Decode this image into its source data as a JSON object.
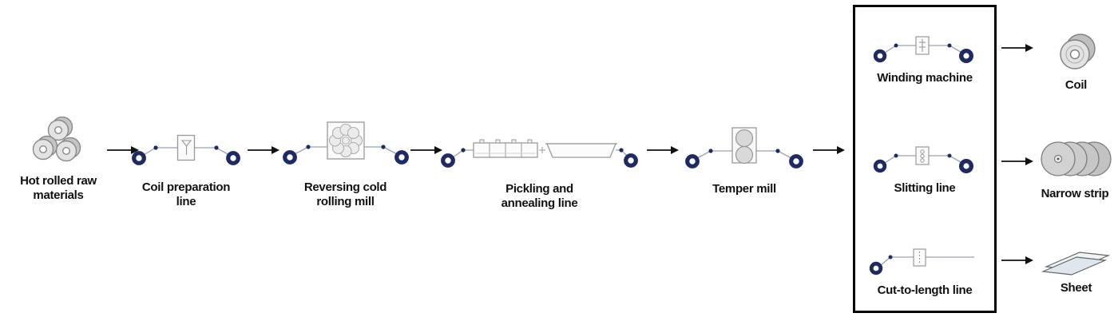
{
  "colors": {
    "coil_accent": "#1d2a64",
    "machine_gray": "#999999",
    "outline_black": "#111111"
  },
  "stages": [
    {
      "icon": "coil-stack-icon",
      "label": "Hot rolled raw materials"
    },
    {
      "icon": "coil-preparation-line-icon",
      "label": "Coil preparation line"
    },
    {
      "icon": "reversing-cold-rolling-mill-icon",
      "label": "Reversing cold rolling mill"
    },
    {
      "icon": "pickling-annealing-line-icon",
      "label": "Pickling and annealing line"
    },
    {
      "icon": "temper-mill-icon",
      "label": "Temper mill"
    }
  ],
  "finishing_box": {
    "items": [
      {
        "icon": "winding-machine-icon",
        "label": "Winding machine"
      },
      {
        "icon": "slitting-line-icon",
        "label": "Slitting line"
      },
      {
        "icon": "cut-to-length-line-icon",
        "label": "Cut-to-length line"
      }
    ]
  },
  "outputs": [
    {
      "icon": "coil-icon",
      "label": "Coil"
    },
    {
      "icon": "narrow-strip-icon",
      "label": "Narrow strip"
    },
    {
      "icon": "sheet-icon",
      "label": "Sheet"
    }
  ]
}
